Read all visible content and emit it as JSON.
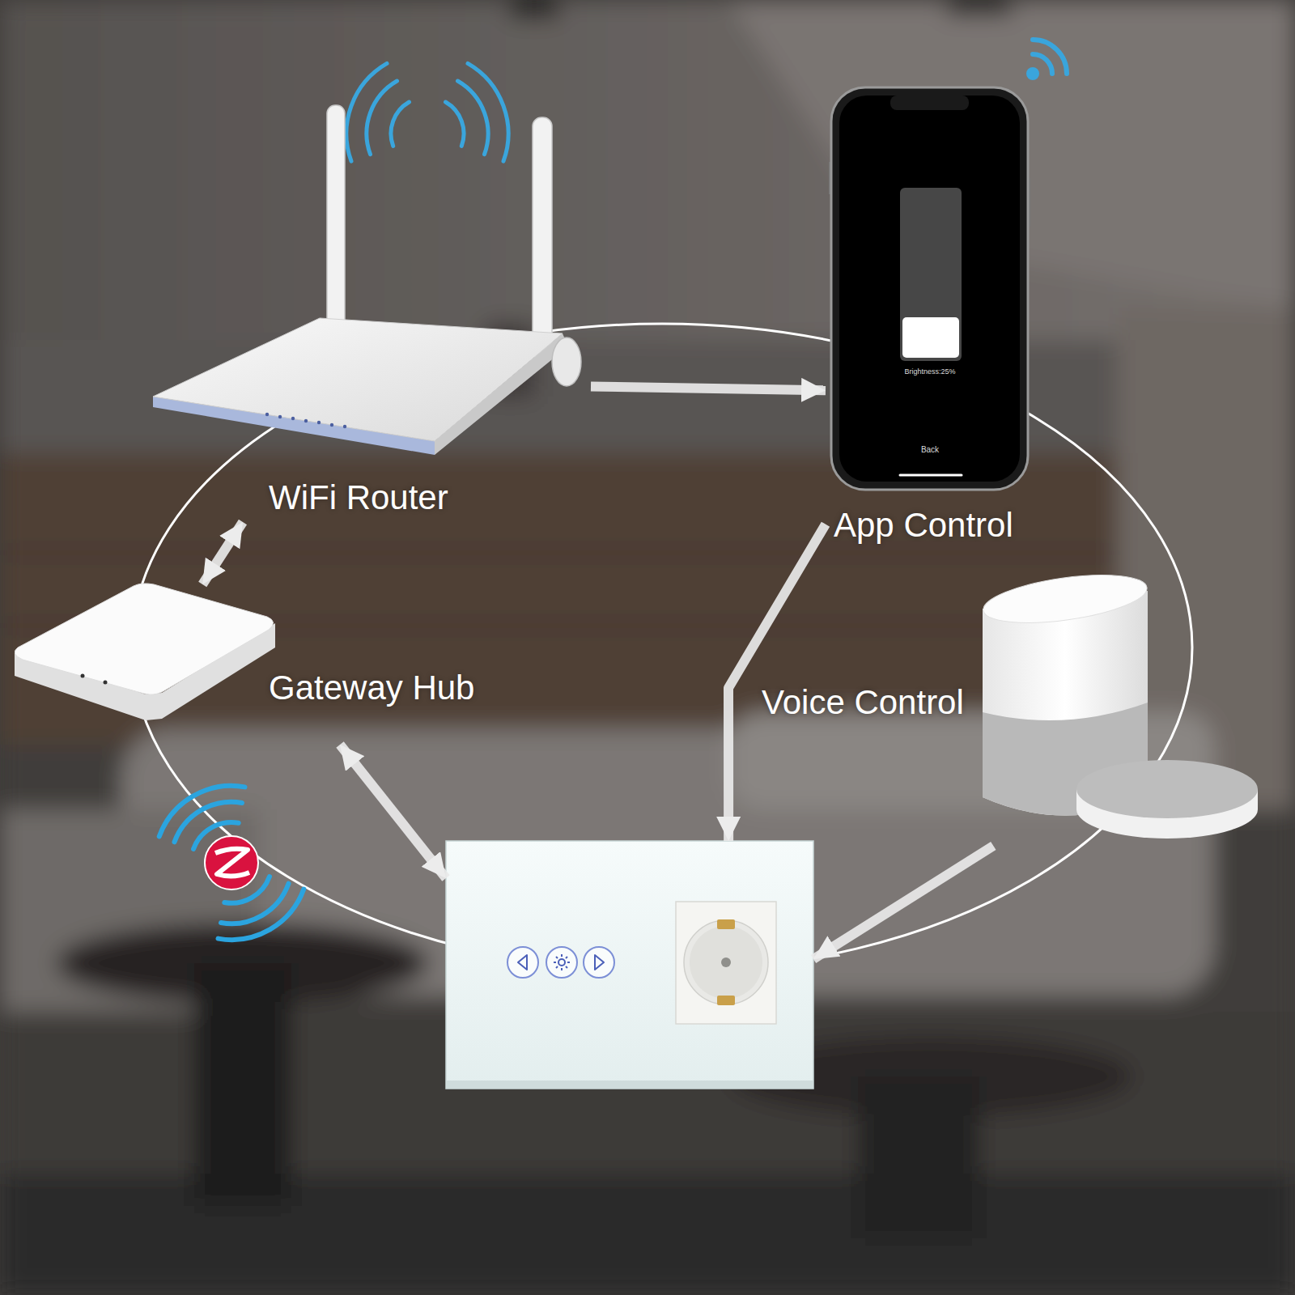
{
  "diagram": {
    "nodes": [
      {
        "text": [
          "WiFi Router"
        ]
      },
      {
        "text": [
          "App Control"
        ]
      },
      {
        "text": [
          "Gateway Hub"
        ]
      },
      {
        "text": [
          "Voice Control"
        ]
      },
      {
        "text": []
      }
    ],
    "edges": [
      {
        "from": 0,
        "to": 1,
        "arrow": "to"
      },
      {
        "from": 2,
        "to": 0,
        "arrow": "both"
      },
      {
        "from": 1,
        "to": 4,
        "arrow": "to"
      },
      {
        "from": 3,
        "to": 4,
        "arrow": "to"
      },
      {
        "from": 2,
        "to": 4,
        "arrow": "both"
      }
    ],
    "labels": [
      "Brightness:25%",
      "Back"
    ]
  }
}
